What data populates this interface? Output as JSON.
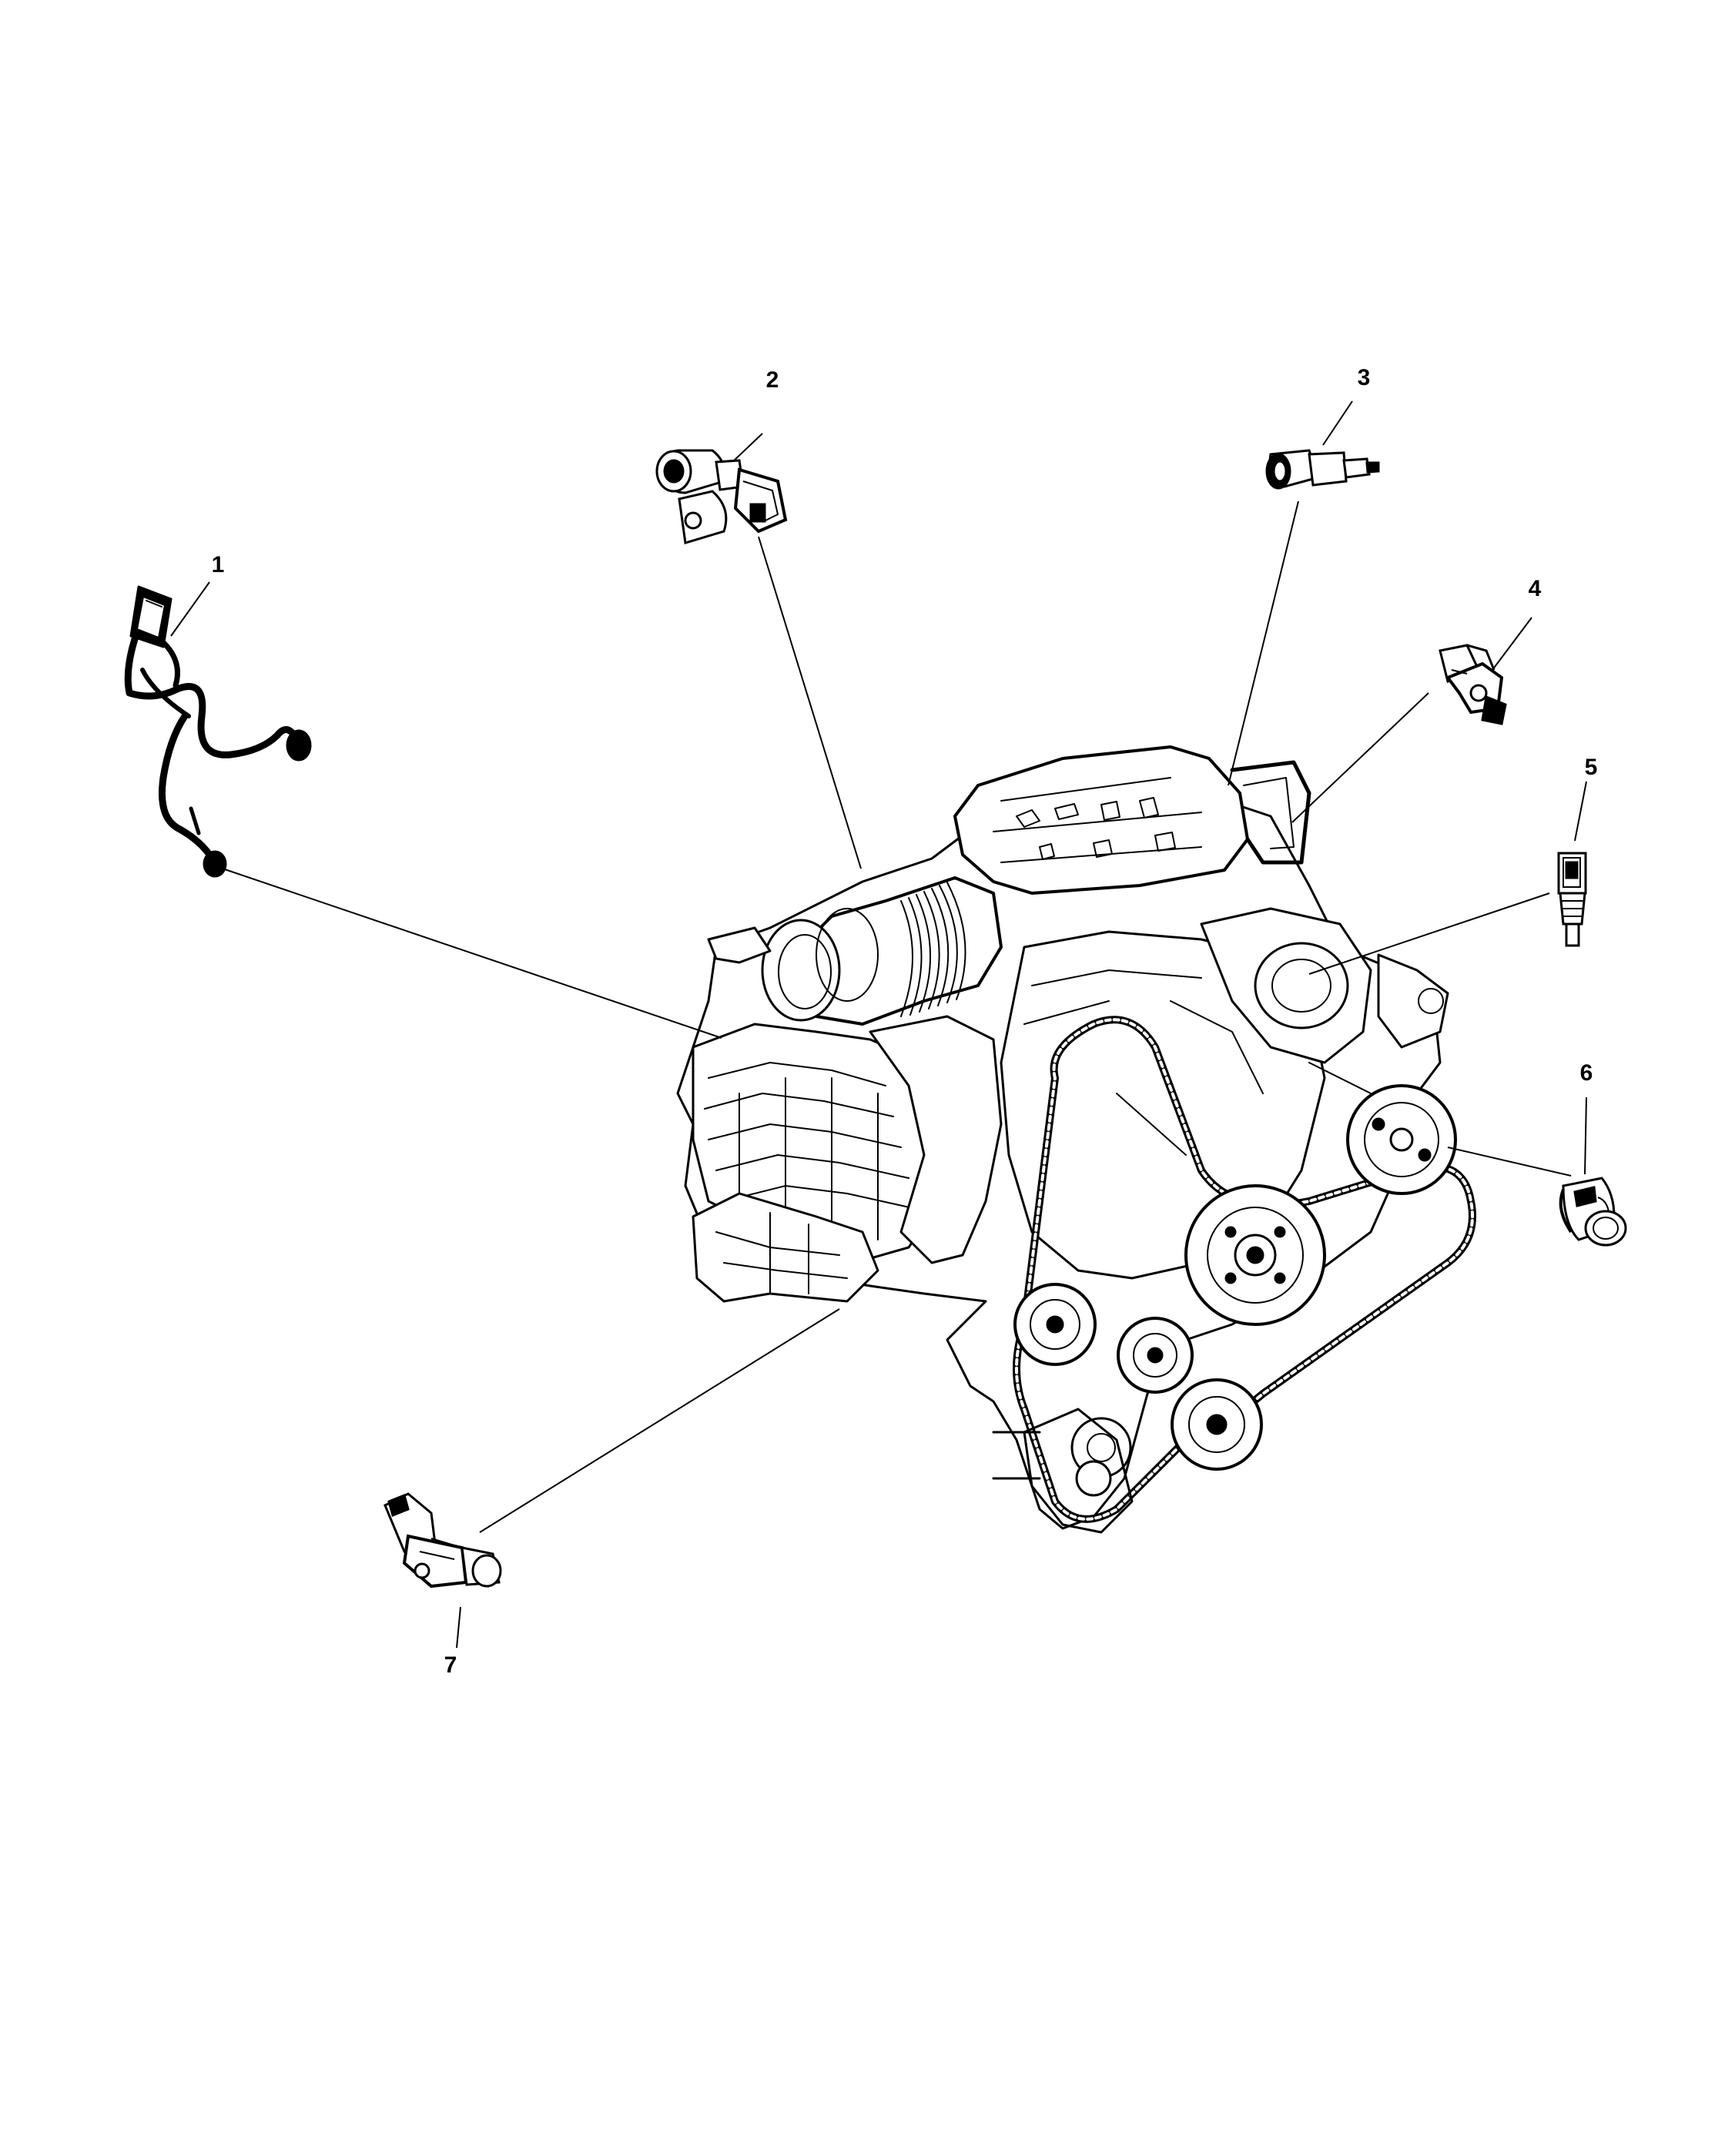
{
  "diagram": {
    "line_color": "#000000",
    "background": "#ffffff",
    "callouts": [
      {
        "label": "1",
        "part": "wiring-harness"
      },
      {
        "label": "2",
        "part": "sensor-with-bracket"
      },
      {
        "label": "3",
        "part": "sensor"
      },
      {
        "label": "4",
        "part": "sensor"
      },
      {
        "label": "5",
        "part": "sensor"
      },
      {
        "label": "6",
        "part": "sensor"
      },
      {
        "label": "7",
        "part": "sensor"
      }
    ]
  }
}
